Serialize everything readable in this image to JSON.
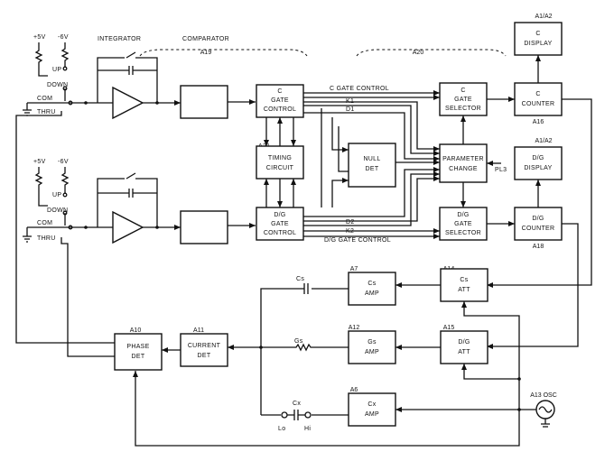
{
  "labels": {
    "plus5v_top": "+5V",
    "minus6v_top": "-6V",
    "up_top": "UP",
    "down_top": "DOWN",
    "com_top": "COM",
    "thru_top": "THRU",
    "plus5v_bot": "+5V",
    "minus6v_bot": "-6V",
    "up_bot": "UP",
    "down_bot": "DOWN",
    "com_bot": "COM",
    "thru_bot": "THRU",
    "integrator": "INTEGRATOR",
    "comparator": "COMPARATOR",
    "a19": "A19",
    "a20": "A20",
    "a21": "A21",
    "c_gate_control_bus": "C GATE CONTROL",
    "dg_gate_control_bus": "D/G GATE CONTROL",
    "k1": "K1",
    "d1": "D1",
    "d2": "D2",
    "k2": "K2",
    "pl3": "PL3",
    "a16": "A16",
    "a18": "A18",
    "cs_cap": "Cs",
    "gs_res": "Gs",
    "cx_cap": "Cx",
    "lo": "Lo",
    "hi": "Hi",
    "a7": "A7",
    "a12": "A12",
    "a6": "A6",
    "a14": "A14",
    "a15": "A15",
    "a10": "A10",
    "a11": "A11",
    "a13_osc": "A13 OSC",
    "a1a2_top": "A1/A2",
    "a1a2_mid": "A1/A2"
  },
  "blocks": {
    "c_gate_control": [
      "C",
      "GATE",
      "CONTROL"
    ],
    "timing_circuit": [
      "TIMING",
      "CIRCUIT"
    ],
    "dg_gate_control": [
      "D/G",
      "GATE",
      "CONTROL"
    ],
    "null_det": [
      "NULL",
      "DET"
    ],
    "c_gate_selector": [
      "C",
      "GATE",
      "SELECTOR"
    ],
    "parameter_change": [
      "PARAMETER",
      "CHANGE"
    ],
    "dg_gate_selector": [
      "D/G",
      "GATE",
      "SELECTOR"
    ],
    "c_counter": [
      "C",
      "COUNTER"
    ],
    "c_display": [
      "C",
      "DISPLAY"
    ],
    "dg_display": [
      "D/G",
      "DISPLAY"
    ],
    "dg_counter": [
      "D/G",
      "COUNTER"
    ],
    "cs_amp": [
      "Cs",
      "AMP"
    ],
    "gs_amp": [
      "Gs",
      "AMP"
    ],
    "cx_amp": [
      "Cx",
      "AMP"
    ],
    "cs_att": [
      "Cs",
      "ATT"
    ],
    "dg_att": [
      "D/G",
      "ATT"
    ],
    "phase_det": [
      "PHASE",
      "DET"
    ],
    "current_det": [
      "CURRENT",
      "DET"
    ]
  }
}
